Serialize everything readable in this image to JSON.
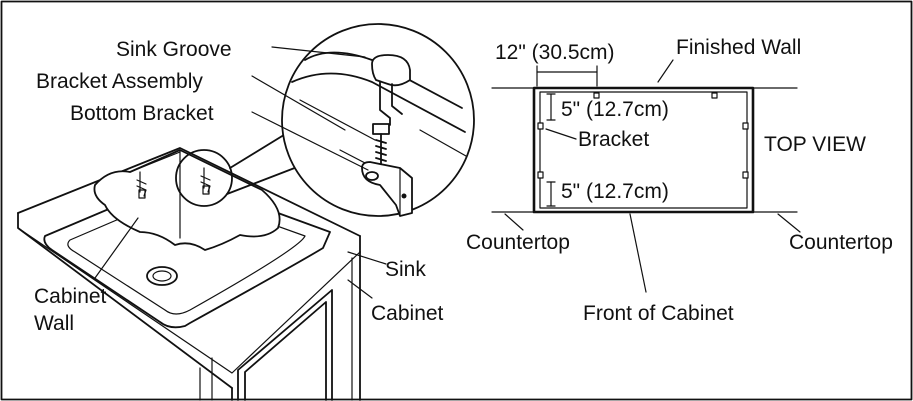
{
  "frame": {
    "border_color": "#111111",
    "background": "#ffffff"
  },
  "left_view": {
    "labels": {
      "sink_groove": "Sink Groove",
      "bracket_assembly": "Bracket Assembly",
      "bottom_bracket": "Bottom Bracket",
      "sink": "Sink",
      "cabinet": "Cabinet",
      "cabinet_wall_line1": "Cabinet",
      "cabinet_wall_line2": "Wall"
    }
  },
  "top_view": {
    "title": "TOP VIEW",
    "labels": {
      "width_dim": "12\" (30.5cm)",
      "finished_wall": "Finished Wall",
      "top_offset": "5\" (12.7cm)",
      "bracket": "Bracket",
      "bottom_offset": "5\" (12.7cm)",
      "countertop_left": "Countertop",
      "countertop_right": "Countertop",
      "front_of_cabinet": "Front of Cabinet"
    }
  }
}
